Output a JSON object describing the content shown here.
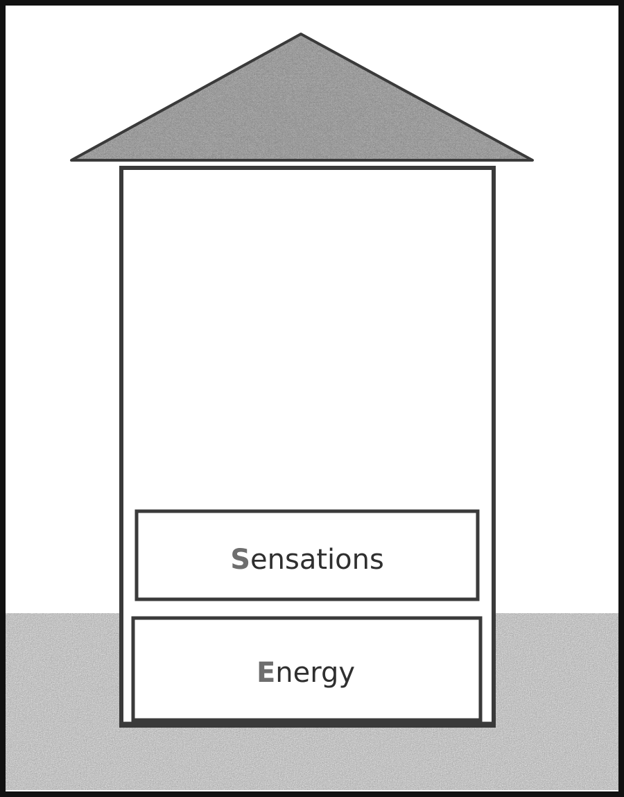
{
  "layers": [
    {
      "id": "sensations",
      "initial": "S",
      "rest": "ensations"
    },
    {
      "id": "energy",
      "initial": "E",
      "rest": "nergy"
    }
  ],
  "colors": {
    "outline": "#3a3a3a",
    "roof_fill": "#6f6f6f",
    "ground_fill": "#8a8a8a",
    "initial_letter": "#6e6e6e",
    "label_text": "#2f2f2f",
    "background": "#ffffff"
  }
}
